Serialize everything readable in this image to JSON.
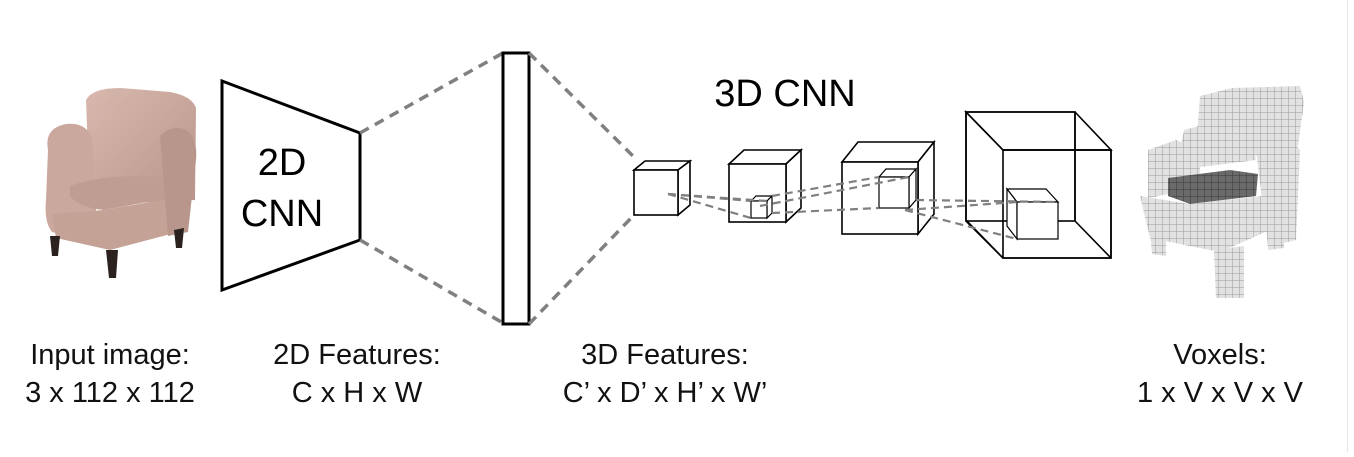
{
  "diagram": {
    "title": "3D CNN",
    "encoder_label_line1": "2D",
    "encoder_label_line2": "CNN",
    "stages": [
      {
        "name": "Input image:",
        "shape": "3 x 112 x 112"
      },
      {
        "name": "2D Features:",
        "shape": "C x H x W"
      },
      {
        "name": "3D Features:",
        "shape": "C’ x D’ x H’ x W’"
      },
      {
        "name": "Voxels:",
        "shape": "1 x V x V x V"
      }
    ],
    "icons": {
      "input": "armchair-photo",
      "output": "voxel-armchair"
    },
    "colors": {
      "chair_fabric": "#c9a79c",
      "chair_legs": "#2b2220",
      "dashed": "#808080",
      "voxel_face": "#d9d9d9",
      "voxel_dark": "#5a5a5a"
    }
  }
}
